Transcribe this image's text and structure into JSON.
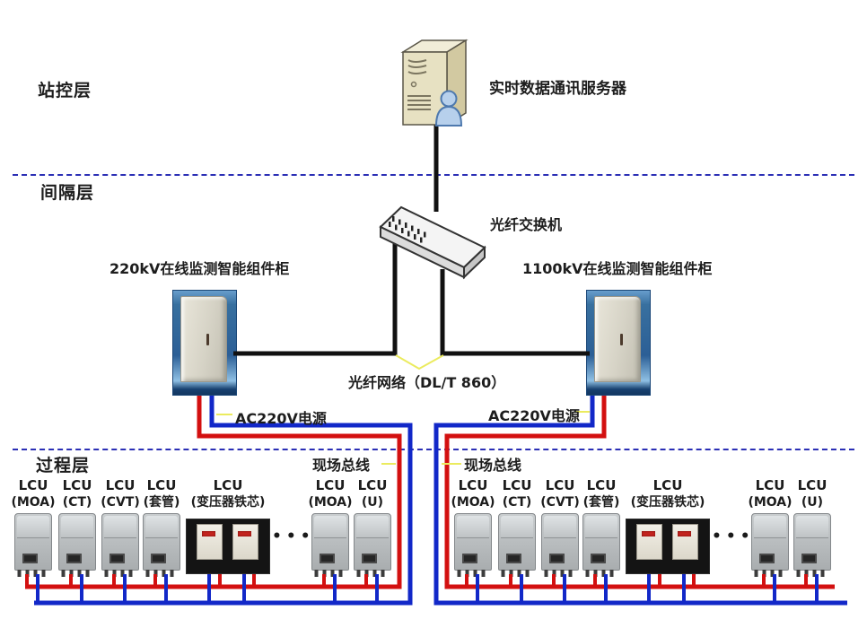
{
  "diagram": {
    "layers": {
      "station": "站控层",
      "bay": "间隔层",
      "process": "过程层"
    },
    "server_label": "实时数据通讯服务器",
    "switch_label": "光纤交换机",
    "cabinet_left_label": "220kV在线监测智能组件柜",
    "cabinet_right_label": "1100kV在线监测智能组件柜",
    "fiber_network_label": "光纤网络（DL/T 860）",
    "ac_power_left": "AC220V电源",
    "ac_power_right": "AC220V电源",
    "field_bus_left": "现场总线",
    "field_bus_right": "现场总线",
    "ellipsis": "•••"
  },
  "lcu_groups": {
    "left": [
      {
        "l1": "LCU",
        "l2": "(MOA)"
      },
      {
        "l1": "LCU",
        "l2": "(CT)"
      },
      {
        "l1": "LCU",
        "l2": "(CVT)"
      },
      {
        "l1": "LCU",
        "l2": "(套管)"
      },
      {
        "l1": "LCU",
        "l2": "(变压器铁芯)"
      },
      {
        "l1": "LCU",
        "l2": "(MOA)"
      },
      {
        "l1": "LCU",
        "l2": "(U)"
      }
    ],
    "right": [
      {
        "l1": "LCU",
        "l2": "(MOA)"
      },
      {
        "l1": "LCU",
        "l2": "(CT)"
      },
      {
        "l1": "LCU",
        "l2": "(CVT)"
      },
      {
        "l1": "LCU",
        "l2": "(套管)"
      },
      {
        "l1": "LCU",
        "l2": "(变压器铁芯)"
      },
      {
        "l1": "LCU",
        "l2": "(MOA)"
      },
      {
        "l1": "LCU",
        "l2": "(U)"
      }
    ]
  },
  "colors": {
    "wire_red": "#d31010",
    "wire_blue": "#1228c8",
    "network_black": "#111111",
    "callout_yellow": "#ebeb5e",
    "divider_blue": "#2b2fb5"
  }
}
